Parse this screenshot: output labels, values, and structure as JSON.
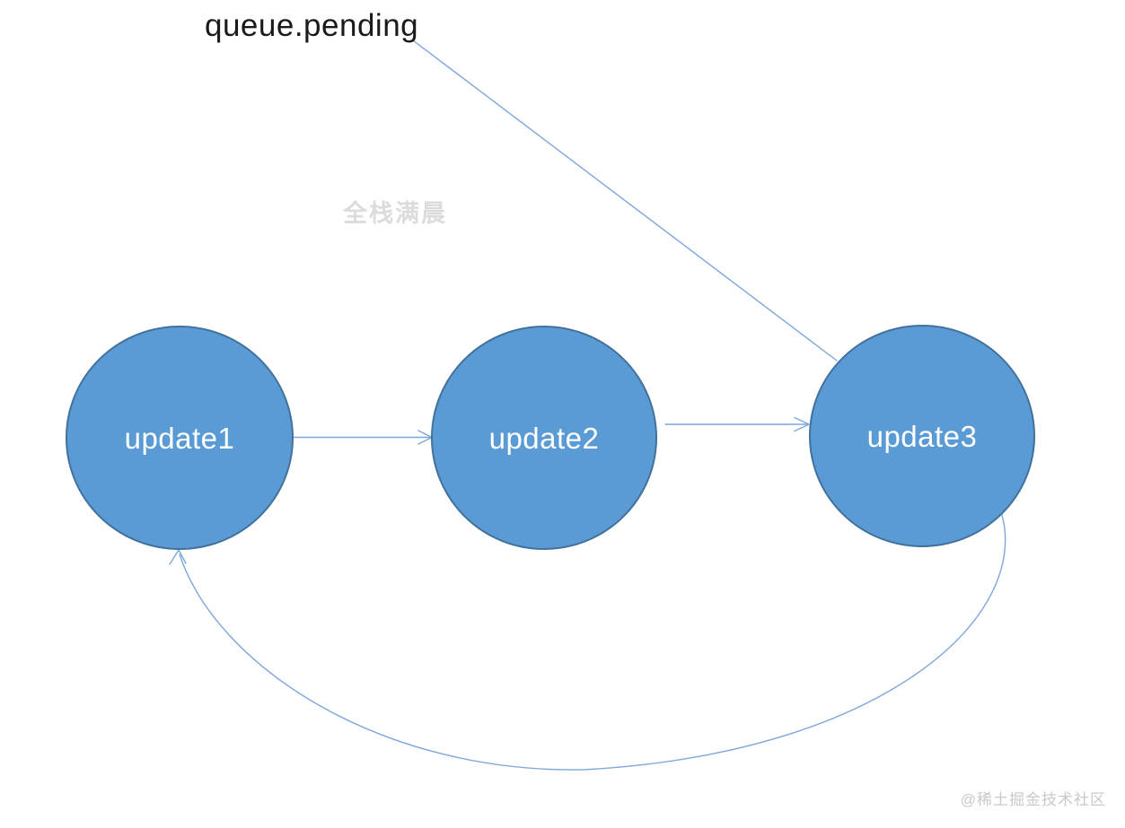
{
  "diagram": {
    "pointer_label": "queue.pending",
    "nodes": [
      {
        "label": "update1"
      },
      {
        "label": "update2"
      },
      {
        "label": "update3"
      }
    ],
    "edges": [
      {
        "from": "update1",
        "to": "update2",
        "style": "straight-arrow"
      },
      {
        "from": "update2",
        "to": "update3",
        "style": "straight-arrow"
      },
      {
        "from": "update3",
        "to": "update1",
        "style": "curved-arrow"
      },
      {
        "from": "queue.pending",
        "to": "update3",
        "style": "plain-line"
      }
    ],
    "watermarks": {
      "center": "全栈满晨",
      "corner": "@稀土掘金技术社区"
    },
    "colors": {
      "node_fill": "#5b9bd5",
      "node_border": "#41719c",
      "node_text": "#ffffff",
      "connector": "#7da7dc",
      "pointer_text": "#1a1a1a",
      "watermark_center": "#dcdcdc",
      "watermark_corner": "#c9c9c9"
    }
  }
}
